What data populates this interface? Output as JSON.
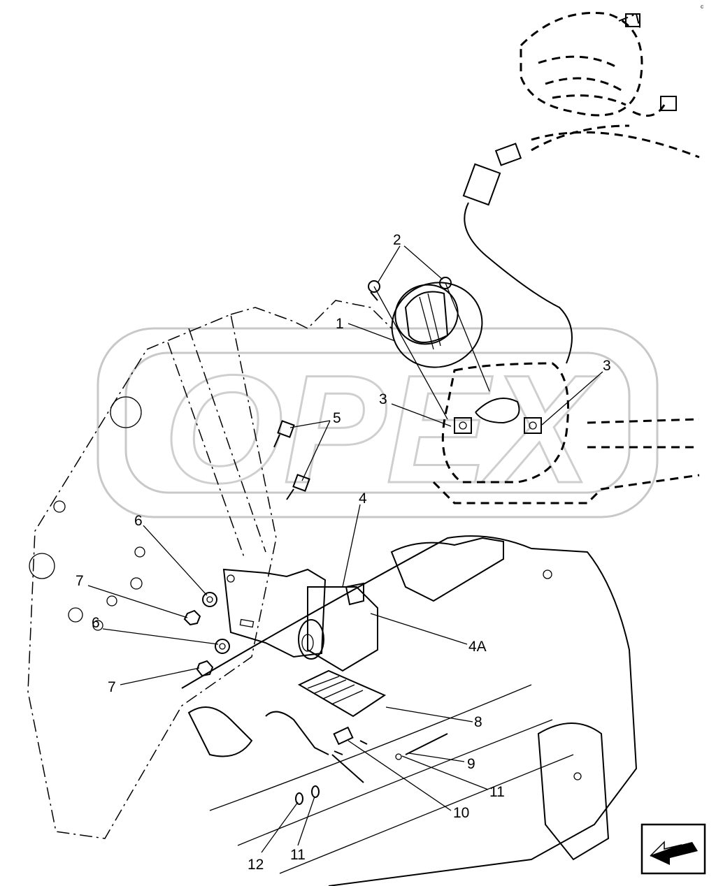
{
  "diagram": {
    "watermark_text": "OPEX",
    "corner_mark": "c",
    "callouts": [
      {
        "id": "c1",
        "label": "1"
      },
      {
        "id": "c2",
        "label": "2"
      },
      {
        "id": "c3a",
        "label": "3"
      },
      {
        "id": "c3b",
        "label": "3"
      },
      {
        "id": "c4",
        "label": "4"
      },
      {
        "id": "c4a",
        "label": "4A"
      },
      {
        "id": "c5",
        "label": "5"
      },
      {
        "id": "c6a",
        "label": "6"
      },
      {
        "id": "c6b",
        "label": "6"
      },
      {
        "id": "c7a",
        "label": "7"
      },
      {
        "id": "c7b",
        "label": "7"
      },
      {
        "id": "c8",
        "label": "8"
      },
      {
        "id": "c9",
        "label": "9"
      },
      {
        "id": "c10",
        "label": "10"
      },
      {
        "id": "c11a",
        "label": "11"
      },
      {
        "id": "c11b",
        "label": "11"
      },
      {
        "id": "c12",
        "label": "12"
      }
    ],
    "nav_icon": "arrow-left-icon"
  }
}
